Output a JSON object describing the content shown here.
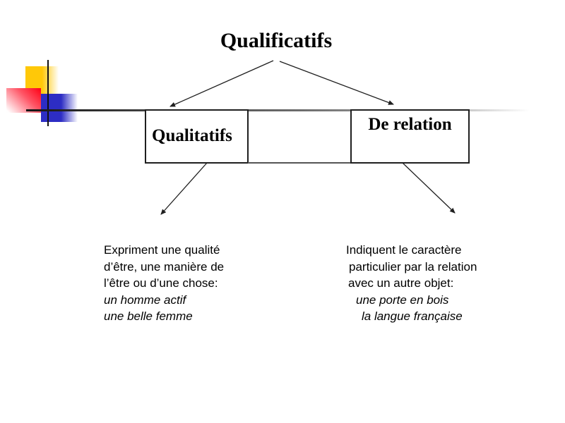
{
  "title": "Qualificatifs",
  "boxes": {
    "left_label": "Qualitatifs",
    "right_label": "De relation"
  },
  "notes": {
    "left": {
      "lines": [
        "Expriment une qualité",
        "d’être, une manière de",
        "l’être ou d’une chose:",
        "un homme actif",
        "une belle femme"
      ]
    },
    "right": {
      "lines": [
        "Indiquent le caractère",
        "particulier par la relation",
        "avec un autre objet:",
        "une porte en bois",
        "la langue française"
      ]
    }
  },
  "colors": {
    "decoration_yellow": "#FFC808",
    "decoration_red": "#FF0A1E",
    "decoration_blue": "#2D2DC4",
    "rule_line_dark": "#141414",
    "box_border": "#1F1F1F",
    "arrow": "#1F1F1F",
    "text": "#000000",
    "background": "#FFFFFF"
  }
}
